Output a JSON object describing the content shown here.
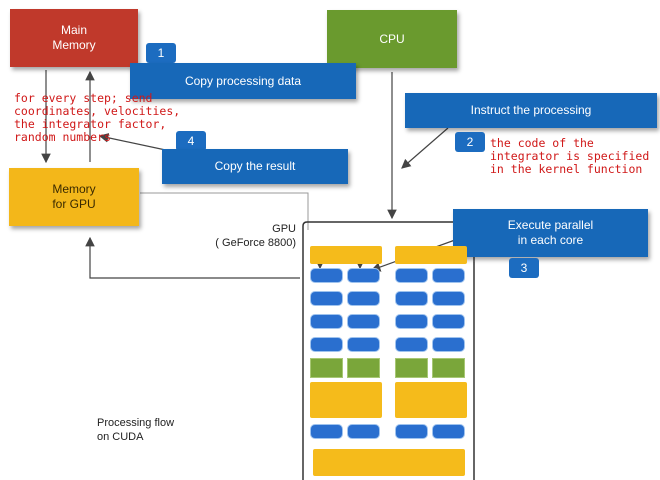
{
  "colors": {
    "main_memory": "#c0392b",
    "cpu": "#6a9a2e",
    "step": "#1768b8",
    "gpu_memory": "#f3b71a",
    "core": "#2a6fcf",
    "note": "#d01818"
  },
  "main_memory": {
    "label": "Main\nMemory"
  },
  "cpu": {
    "label": "CPU"
  },
  "gpu_memory": {
    "label": "Memory\nfor GPU"
  },
  "gpu": {
    "label": "GPU\n( GeForce 8800)"
  },
  "steps": [
    {
      "number": "1",
      "label": "Copy processing data"
    },
    {
      "number": "2",
      "label": "Instruct the processing"
    },
    {
      "number": "3",
      "label": "Execute parallel\nin each core"
    },
    {
      "number": "4",
      "label": "Copy the result"
    }
  ],
  "notes": {
    "data_note": "for every step; send\ncoordinates, velocities,\nthe integrator factor,\nrandom numbers",
    "kernel_note": "the code of the\nintegrator is specified\nin the kernel function"
  },
  "caption": "Processing flow\non CUDA"
}
